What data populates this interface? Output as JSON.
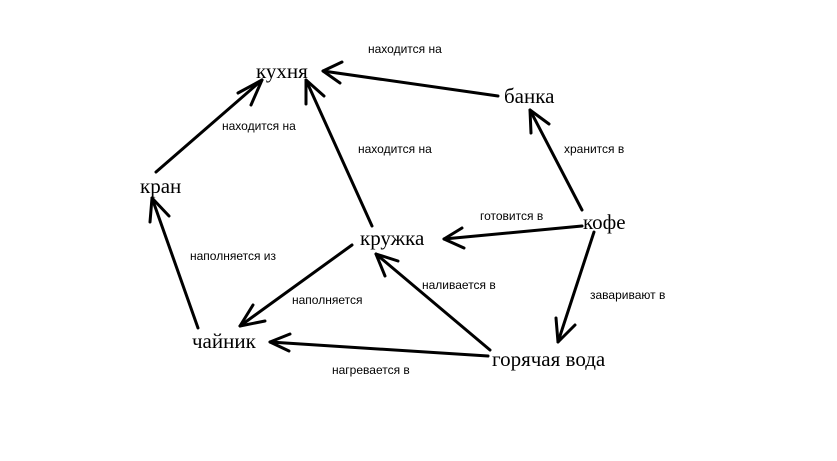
{
  "nodes": [
    {
      "id": "kitchen",
      "label": "кухня"
    },
    {
      "id": "jar",
      "label": "банка"
    },
    {
      "id": "tap",
      "label": "кран"
    },
    {
      "id": "coffee",
      "label": "кофе"
    },
    {
      "id": "mug",
      "label": "кружка"
    },
    {
      "id": "kettle",
      "label": "чайник"
    },
    {
      "id": "hotwater",
      "label": "горячая вода"
    }
  ],
  "edges": [
    {
      "id": "jar-kitchen",
      "from": "jar",
      "to": "kitchen",
      "label": "находится на"
    },
    {
      "id": "tap-kitchen",
      "from": "tap",
      "to": "kitchen",
      "label": "находится на"
    },
    {
      "id": "mug-kitchen",
      "from": "mug",
      "to": "kitchen",
      "label": "находится на"
    },
    {
      "id": "coffee-jar",
      "from": "coffee",
      "to": "jar",
      "label": "хранится в"
    },
    {
      "id": "coffee-mug",
      "from": "coffee",
      "to": "mug",
      "label": "готовится в"
    },
    {
      "id": "coffee-hotwater",
      "from": "coffee",
      "to": "hotwater",
      "label": "заваривают в"
    },
    {
      "id": "kettle-tap",
      "from": "kettle",
      "to": "tap",
      "label": "наполняется из"
    },
    {
      "id": "mug-kettle",
      "from": "mug",
      "to": "kettle",
      "label": "наполняется"
    },
    {
      "id": "hotwater-mug",
      "from": "hotwater",
      "to": "mug",
      "label": "наливается в"
    },
    {
      "id": "hotwater-kettle",
      "from": "hotwater",
      "to": "kettle",
      "label": "нагревается в"
    }
  ]
}
